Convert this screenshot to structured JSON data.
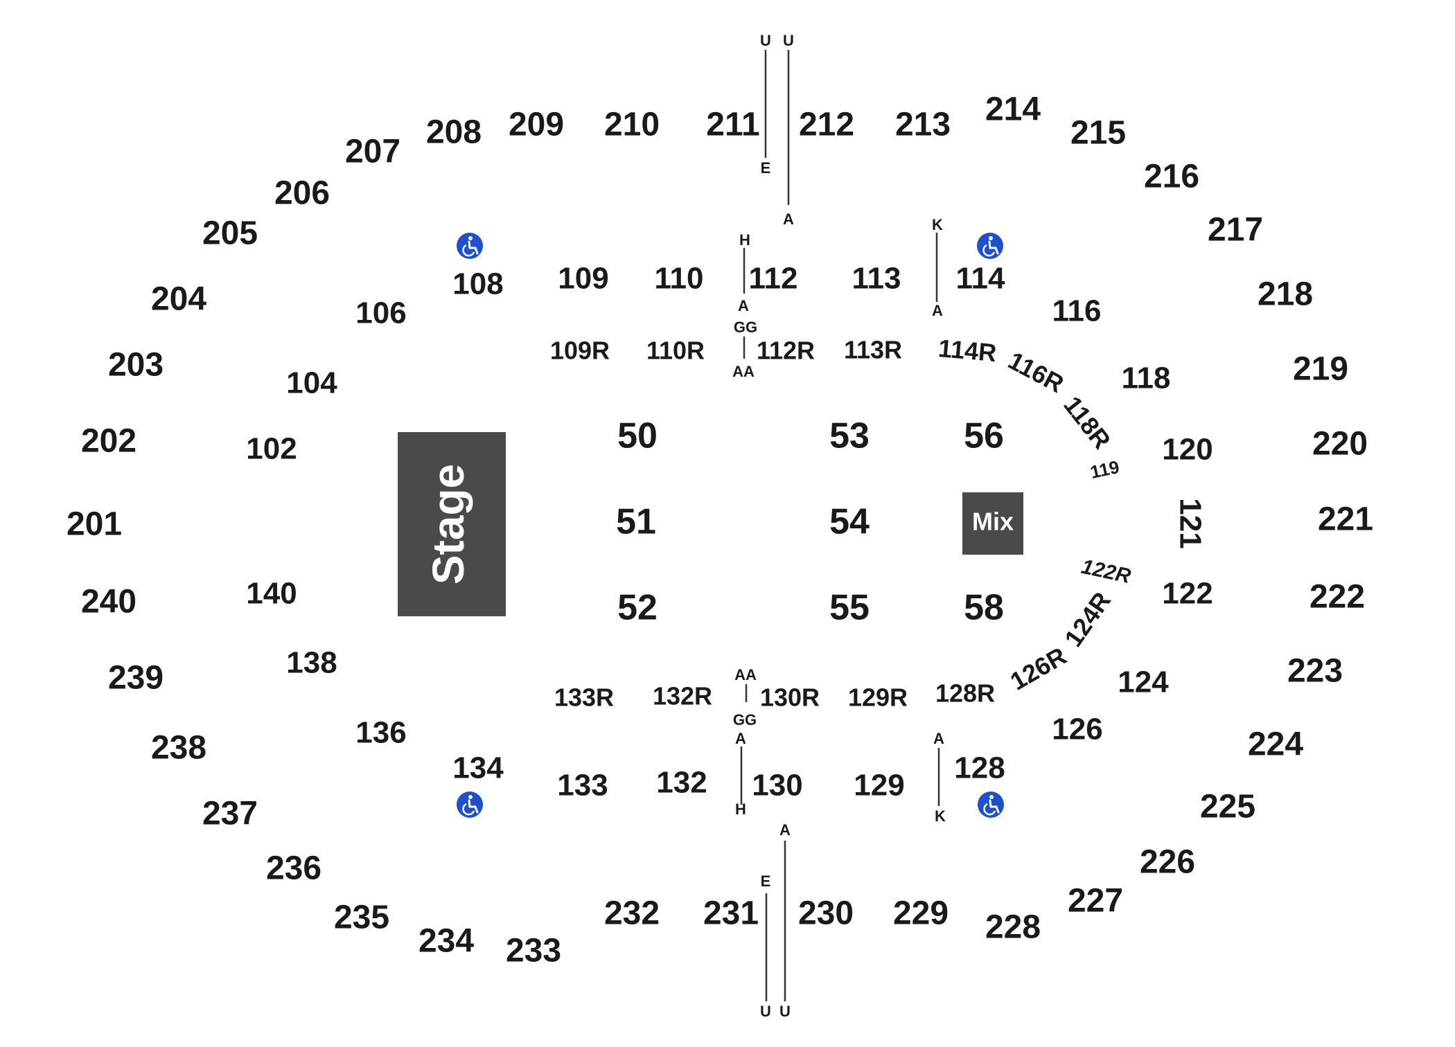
{
  "venue_map": {
    "stage": {
      "label": "Stage",
      "color": "#4a4a4a",
      "text_color": "#ffffff"
    },
    "mix": {
      "label": "Mix",
      "color": "#4a4a4a",
      "text_color": "#ffffff"
    },
    "accessibility_icon": {
      "icon": "wheelchair-icon",
      "color": "#1f4fd1"
    },
    "upper_sections": [
      "201",
      "202",
      "203",
      "204",
      "205",
      "206",
      "207",
      "208",
      "209",
      "210",
      "211",
      "212",
      "213",
      "214",
      "215",
      "216",
      "217",
      "218",
      "219",
      "220",
      "221",
      "222",
      "223",
      "224",
      "225",
      "226",
      "227",
      "228",
      "229",
      "230",
      "231",
      "232",
      "233",
      "234",
      "235",
      "236",
      "237",
      "238",
      "239",
      "240"
    ],
    "lower_sections": [
      "102",
      "104",
      "106",
      "108",
      "109",
      "110",
      "112",
      "113",
      "114",
      "116",
      "118",
      "120",
      "121",
      "122",
      "124",
      "126",
      "128",
      "129",
      "130",
      "132",
      "133",
      "134",
      "136",
      "138",
      "140"
    ],
    "rear_sections": [
      "109R",
      "110R",
      "112R",
      "113R",
      "114R",
      "116R",
      "118R",
      "119",
      "122R",
      "124R",
      "126R",
      "128R",
      "129R",
      "130R",
      "132R",
      "133R"
    ],
    "floor_sections": [
      "50",
      "51",
      "52",
      "53",
      "54",
      "55",
      "56",
      "58"
    ],
    "row_markers": {
      "top_left_aisle": [
        "U",
        "E"
      ],
      "top_right_aisle": [
        "U",
        "A"
      ],
      "aisle_112": [
        "H",
        "A",
        "GG",
        "AA"
      ],
      "aisle_114": [
        "K",
        "A"
      ],
      "aisle_130": [
        "AA",
        "GG",
        "A",
        "H"
      ],
      "aisle_128": [
        "A",
        "K"
      ],
      "bottom_left_aisle": [
        "E",
        "U"
      ],
      "bottom_right_aisle": [
        "A",
        "U"
      ]
    }
  }
}
